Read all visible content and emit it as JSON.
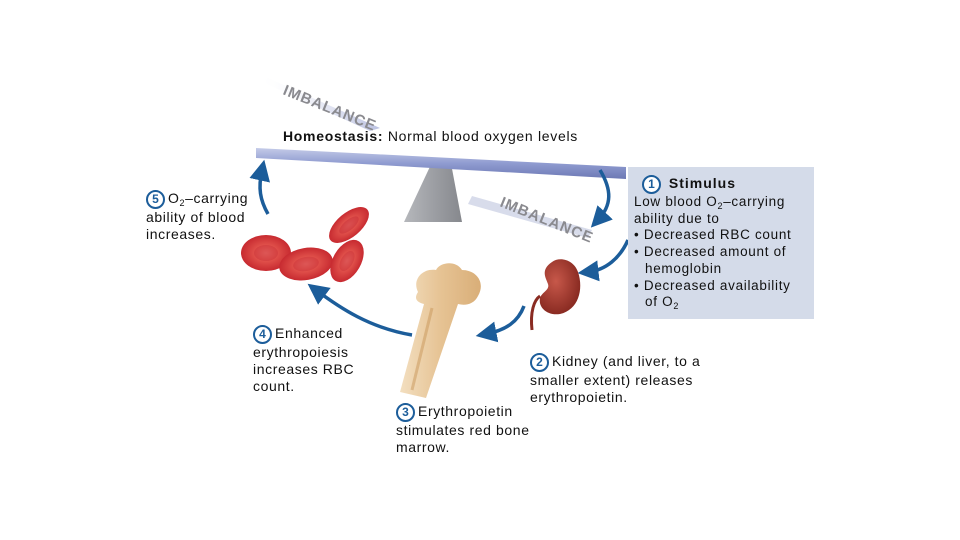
{
  "diagram": {
    "imbalance_label": "IMBALANCE",
    "homeostasis": {
      "title": "Homeostasis:",
      "text": "Normal blood oxygen levels"
    },
    "steps": [
      {
        "number": "1",
        "title": "Stimulus",
        "lines": [
          "Low blood O",
          "2",
          "–carrying ability due to",
          "• Decreased RBC count",
          "• Decreased amount of",
          "hemoglobin",
          "• Decreased availability",
          "of O",
          "2"
        ]
      },
      {
        "number": "2",
        "text": "Kidney (and liver, to a smaller extent) releases erythropoietin."
      },
      {
        "number": "3",
        "text": "Erythropoietin stimulates red bone marrow."
      },
      {
        "number": "4",
        "text": "Enhanced erythropoiesis increases RBC count."
      },
      {
        "number": "5",
        "text_pre": "O",
        "sub": "2",
        "text_post": "–carrying ability of blood increases."
      }
    ],
    "colors": {
      "arrow": "#1c5d9a",
      "beam": "#9aa6d4",
      "stimulus_box": "#d4dbe9",
      "rbc": "#d9343a",
      "kidney": "#a8352a",
      "bone": "#e8c9a0"
    }
  }
}
